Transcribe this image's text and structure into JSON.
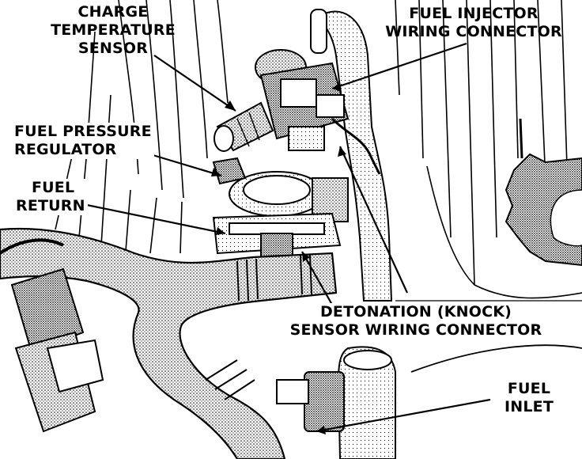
{
  "labels": {
    "charge_temperature_sensor": [
      "CHARGE",
      "TEMPERATURE",
      "SENSOR"
    ],
    "fuel_injector_wiring_connector": [
      "FUEL INJECTOR",
      "WIRING CONNECTOR"
    ],
    "fuel_pressure_regulator": [
      "FUEL PRESSURE",
      "REGULATOR"
    ],
    "fuel_return": [
      "FUEL",
      "RETURN"
    ],
    "detonation_knock_sensor_wiring_connector": [
      "DETONATION (KNOCK)",
      "SENSOR WIRING CONNECTOR"
    ],
    "fuel_inlet": [
      "FUEL",
      "INLET"
    ]
  },
  "colors": {
    "ink": "#000000",
    "paper": "#ffffff",
    "stipple_light": "#c8c8c8",
    "stipple_dark": "#8a8a8a"
  }
}
